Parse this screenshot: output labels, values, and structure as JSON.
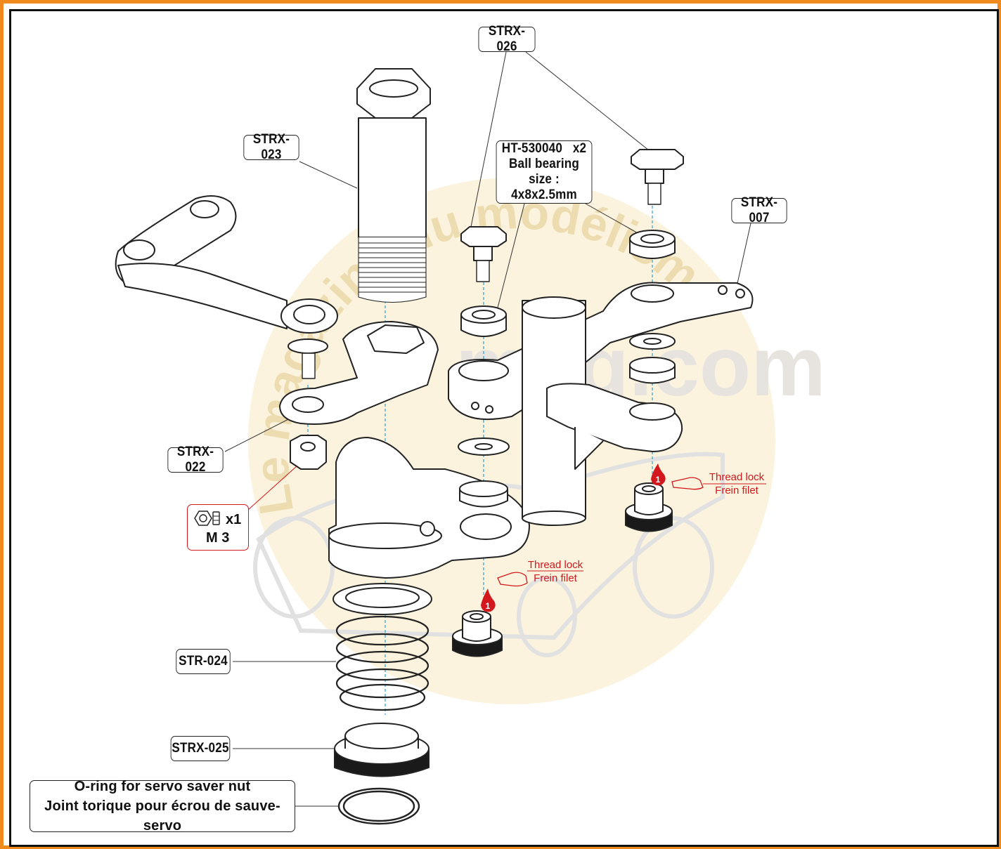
{
  "labels": {
    "strx_026": "STRX-026",
    "strx_023": "STRX-023",
    "bearing_line1": "HT-530040   x2",
    "bearing_line2": "Ball bearing size :",
    "bearing_line3": "4x8x2.5mm",
    "strx_007": "STRX-007",
    "strx_022": "STRX-022",
    "nut_qty": "x1",
    "nut_size": "M 3",
    "str_024": "STR-024",
    "strx_025": "STRX-025",
    "oring_line1": "O-ring for servo saver nut",
    "oring_line2": "Joint torique pour écrou de sauve-servo"
  },
  "thread_lock": {
    "upper_en": "Thread lock",
    "upper_fr": "Frein filet",
    "lower_en": "Thread lock",
    "lower_fr": "Frein filet",
    "drop_number": "1"
  },
  "watermark": {
    "arc_text": "Le magazine du modélisme",
    "logo_text": "mag.com"
  },
  "colors": {
    "frame": "#f08a1c",
    "callout_red": "#d3181d",
    "guide_blue": "#2a9fd6",
    "watermark": "#f3e2b6"
  }
}
